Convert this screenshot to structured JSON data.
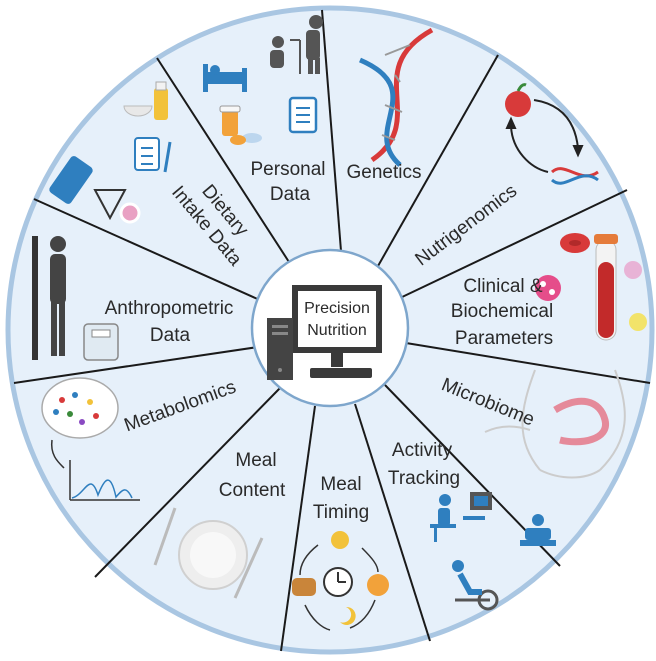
{
  "center": {
    "line1": "Precision",
    "line2": "Nutrition"
  },
  "segments": [
    {
      "id": "personal",
      "lines": [
        "Personal",
        "Data"
      ]
    },
    {
      "id": "genetics",
      "lines": [
        "Genetics"
      ]
    },
    {
      "id": "nutrigenomics",
      "lines": [
        "Nutrigenomics"
      ]
    },
    {
      "id": "clinical",
      "lines": [
        "Clinical &",
        "Biochemical",
        "Parameters"
      ]
    },
    {
      "id": "microbiome",
      "lines": [
        "Microbiome"
      ]
    },
    {
      "id": "activity",
      "lines": [
        "Activity",
        "Tracking"
      ]
    },
    {
      "id": "meal-timing",
      "lines": [
        "Meal",
        "Timing"
      ]
    },
    {
      "id": "meal-content",
      "lines": [
        "Meal",
        "Content"
      ]
    },
    {
      "id": "metabolomics",
      "lines": [
        "Metabolomics"
      ]
    },
    {
      "id": "anthropometric",
      "lines": [
        "Anthropometric",
        "Data"
      ]
    },
    {
      "id": "dietary",
      "lines": [
        "Dietary",
        "Intake Data"
      ]
    }
  ],
  "colors": {
    "wheel_fill": "#e6f0fa",
    "wheel_rim": "#a9c6e2",
    "divider": "#1a1a1a",
    "hub_fill": "#ffffff",
    "hub_rim": "#7ea6cc",
    "icon_blue": "#2f7fbf",
    "icon_red": "#d83a3a",
    "icon_gray": "#555555",
    "text": "#2a2a2a"
  }
}
